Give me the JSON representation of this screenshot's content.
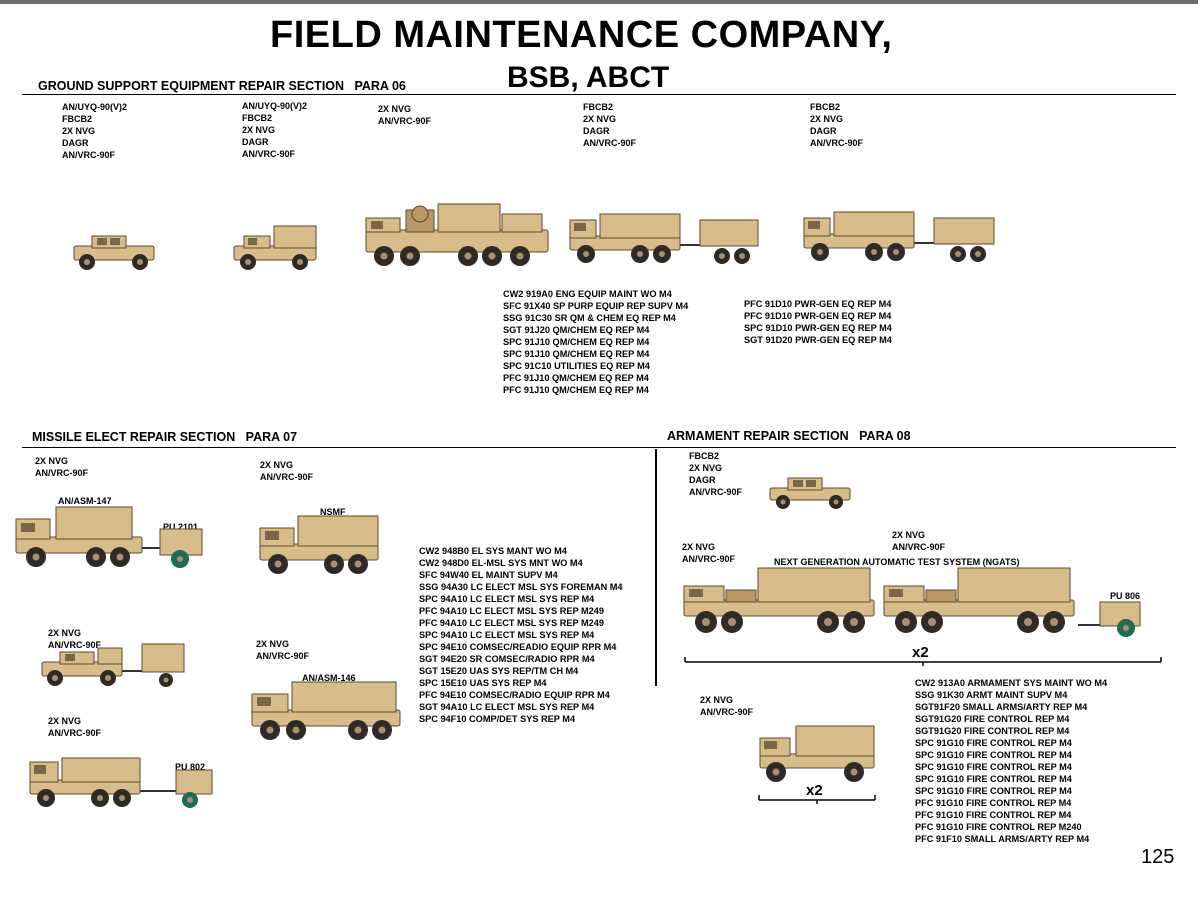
{
  "title": "FIELD MAINTENANCE COMPANY,",
  "subtitle": "BSB, ABCT",
  "page_number": "125",
  "colors": {
    "vehicle_body": "#d8bd8a",
    "vehicle_outline": "#5c4a2c",
    "generator_tire": "#1f6b55"
  },
  "ground": {
    "heading": "GROUND SUPPORT EQUIPMENT REPAIR SECTION   PARA 06",
    "equip_labels": [
      [
        "AN/UYQ-90(V)2",
        "FBCB2",
        "2X NVG",
        "DAGR",
        "AN/VRC-90F"
      ],
      [
        "AN/UYQ-90(V)2",
        "FBCB2",
        "2X NVG",
        "DAGR",
        "AN/VRC-90F"
      ],
      [
        "2X NVG",
        "AN/VRC-90F"
      ],
      [
        "FBCB2",
        "2X NVG",
        "DAGR",
        "AN/VRC-90F"
      ],
      [
        "FBCB2",
        "2X NVG",
        "DAGR",
        "AN/VRC-90F"
      ]
    ],
    "personnel_1": [
      "CW2 919A0 ENG EQUIP MAINT WO M4",
      "SFC 91X40 SP PURP EQUIP REP SUPV M4",
      "SSG 91C30 SR QM & CHEM EQ REP M4",
      "SGT 91J20 QM/CHEM EQ REP M4",
      "SPC 91J10 QM/CHEM EQ REP M4",
      "SPC 91J10 QM/CHEM EQ REP M4",
      "SPC 91C10 UTILITIES EQ REP M4",
      "PFC 91J10 QM/CHEM EQ REP M4",
      "PFC 91J10 QM/CHEM EQ REP M4"
    ],
    "personnel_2": [
      "PFC 91D10 PWR-GEN EQ REP M4",
      "PFC 91D10 PWR-GEN EQ REP M4",
      "SPC 91D10 PWR-GEN EQ REP M4",
      "SGT 91D20 PWR-GEN EQ REP M4"
    ]
  },
  "missile": {
    "heading": "MISSILE ELECT REPAIR SECTION   PARA 07",
    "labels": {
      "a": [
        "2X NVG",
        "AN/VRC-90F"
      ],
      "b": [
        "2X NVG",
        "AN/VRC-90F"
      ],
      "c": [
        "2X NVG",
        "AN/VRC-90F"
      ],
      "d": [
        "2X NVG",
        "AN/VRC-90F"
      ],
      "e": [
        "2X NVG",
        "AN/VRC-90F"
      ]
    },
    "equip_names": {
      "asm147": "AN/ASM-147",
      "pu2101": "PU 2101",
      "nsmf": "NSMF",
      "asm146": "AN/ASM-146",
      "pu802": "PU 802"
    },
    "personnel": [
      "CW2 948B0 EL SYS MANT WO M4",
      "CW2 948D0 EL-MSL SYS MNT WO M4",
      "SFC 94W40 EL MAINT SUPV M4",
      "SSG 94A30 LC ELECT MSL SYS FOREMAN M4",
      "SPC 94A10 LC ELECT MSL SYS REP M4",
      "PFC 94A10 LC ELECT MSL SYS REP M249",
      "PFC 94A10 LC ELECT MSL SYS REP M249",
      "SPC 94A10 LC ELECT MSL SYS REP M4",
      "SPC 94E10 COMSEC/READIO EQUIP RPR M4",
      "SGT 94E20 SR COMSEC/RADIO RPR M4",
      "SGT 15E20 UAS SYS REP/TM CH M4",
      "SPC 15E10 UAS SYS REP M4",
      "PFC 94E10 COMSEC/RADIO EQUIP RPR M4",
      "SGT 94A10 LC ELECT MSL SYS REP M4",
      "SPC 94F10 COMP/DET SYS REP M4"
    ]
  },
  "armament": {
    "heading": "ARMAMENT REPAIR SECTION   PARA 08",
    "labels": {
      "a": [
        "FBCB2",
        "2X NVG",
        "DAGR",
        "AN/VRC-90F"
      ],
      "b": [
        "2X NVG",
        "AN/VRC-90F"
      ],
      "c": [
        "2X NVG",
        "AN/VRC-90F"
      ],
      "d": [
        "2X NVG",
        "AN/VRC-90F"
      ]
    },
    "ngats": "NEXT GENERATION AUTOMATIC TEST SYSTEM (NGATS)",
    "pu806": "PU 806",
    "mult_1": "x2",
    "mult_2": "x2",
    "personnel": [
      "CW2 913A0 ARMAMENT SYS MAINT WO M4",
      "SSG 91K30 ARMT MAINT SUPV M4",
      "SGT91F20 SMALL ARMS/ARTY REP M4",
      "SGT91G20 FIRE CONTROL REP M4",
      "SGT91G20 FIRE CONTROL REP M4",
      "SPC 91G10 FIRE CONTROL REP M4",
      "SPC 91G10 FIRE CONTROL REP M4",
      "SPC 91G10 FIRE CONTROL REP M4",
      "SPC 91G10 FIRE CONTROL REP M4",
      "SPC 91G10 FIRE CONTROL REP M4",
      "PFC 91G10 FIRE CONTROL REP M4",
      "PFC 91G10 FIRE CONTROL REP M4",
      "PFC 91G10 FIRE CONTROL REP M240",
      "PFC 91F10 SMALL ARMS/ARTY REP M4"
    ]
  }
}
